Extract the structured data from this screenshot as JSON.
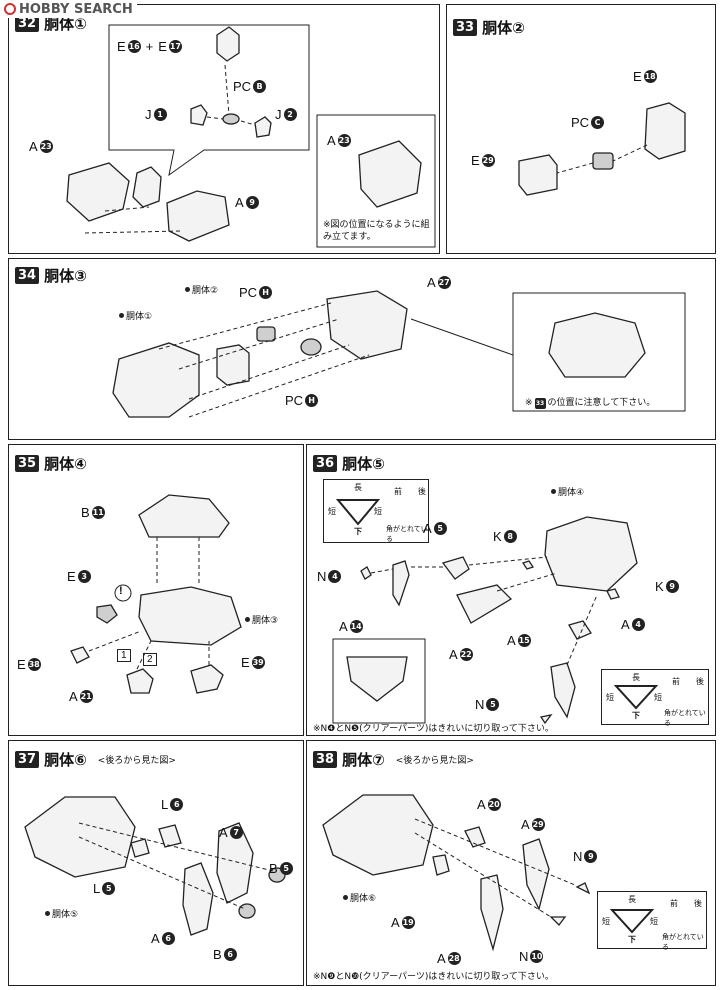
{
  "watermark": {
    "site": "HOBBY SEARCH"
  },
  "steps": [
    {
      "num": "32",
      "title": "胴体①"
    },
    {
      "num": "33",
      "title": "胴体②"
    },
    {
      "num": "34",
      "title": "胴体③"
    },
    {
      "num": "35",
      "title": "胴体④"
    },
    {
      "num": "36",
      "title": "胴体⑤"
    },
    {
      "num": "37",
      "title": "胴体⑥",
      "subtitle": "<後ろから見た図>"
    },
    {
      "num": "38",
      "title": "胴体⑦",
      "subtitle": "<後ろから見た図>"
    }
  ],
  "step32": {
    "e16": {
      "letter": "E",
      "n": "16"
    },
    "plus": "+",
    "e17": {
      "letter": "E",
      "n": "17"
    },
    "pcb": {
      "letter": "PC",
      "n": "B"
    },
    "j1": {
      "letter": "J",
      "n": "1"
    },
    "j2": {
      "letter": "J",
      "n": "2"
    },
    "a23": {
      "letter": "A",
      "n": "23"
    },
    "a9": {
      "letter": "A",
      "n": "9"
    },
    "inset_a23": {
      "letter": "A",
      "n": "23"
    },
    "note": "※図の位置になるように組み立てます。"
  },
  "step33": {
    "e18": {
      "letter": "E",
      "n": "18"
    },
    "pcc": {
      "letter": "PC",
      "n": "C"
    },
    "e29": {
      "letter": "E",
      "n": "29"
    }
  },
  "step34": {
    "ref1": "胴体①",
    "ref2": "胴体②",
    "pch1": {
      "letter": "PC",
      "n": "H"
    },
    "pch2": {
      "letter": "PC",
      "n": "H"
    },
    "a27": {
      "letter": "A",
      "n": "27"
    },
    "note_num": "33",
    "note": "の位置に注意して下さい。"
  },
  "step35": {
    "b11": {
      "letter": "B",
      "n": "11"
    },
    "e3": {
      "letter": "E",
      "n": "3"
    },
    "warn": "!",
    "ref3": "胴体③",
    "step1": "1",
    "step2": "2",
    "e38": {
      "letter": "E",
      "n": "38"
    },
    "a21": {
      "letter": "A",
      "n": "21"
    },
    "e39": {
      "letter": "E",
      "n": "39"
    }
  },
  "step36": {
    "ref4": "胴体④",
    "n4": {
      "letter": "N",
      "n": "4"
    },
    "a5": {
      "letter": "A",
      "n": "5"
    },
    "k8": {
      "letter": "K",
      "n": "8"
    },
    "k9": {
      "letter": "K",
      "n": "9"
    },
    "a4": {
      "letter": "A",
      "n": "4"
    },
    "a14": {
      "letter": "A",
      "n": "14"
    },
    "a22": {
      "letter": "A",
      "n": "22"
    },
    "a15": {
      "letter": "A",
      "n": "15"
    },
    "n5": {
      "letter": "N",
      "n": "5"
    },
    "legend": {
      "long": "長",
      "short1": "短",
      "short2": "短",
      "down": "下",
      "front": "前",
      "back": "後",
      "corner": "角がとれている"
    },
    "note": "※N❹とN❺(クリアーパーツ)はきれいに切り取って下さい。"
  },
  "step37": {
    "l6": {
      "letter": "L",
      "n": "6"
    },
    "l5": {
      "letter": "L",
      "n": "5"
    },
    "a7": {
      "letter": "A",
      "n": "7"
    },
    "b5": {
      "letter": "B",
      "n": "5"
    },
    "a6": {
      "letter": "A",
      "n": "6"
    },
    "b6": {
      "letter": "B",
      "n": "6"
    },
    "ref5": "胴体⑤"
  },
  "step38": {
    "a20": {
      "letter": "A",
      "n": "20"
    },
    "a29": {
      "letter": "A",
      "n": "29"
    },
    "n9": {
      "letter": "N",
      "n": "9"
    },
    "ref6": "胴体⑥",
    "a19": {
      "letter": "A",
      "n": "19"
    },
    "a28": {
      "letter": "A",
      "n": "28"
    },
    "n10": {
      "letter": "N",
      "n": "10"
    },
    "legend": {
      "long": "長",
      "short1": "短",
      "short2": "短",
      "down": "下",
      "front": "前",
      "back": "後",
      "corner": "角がとれている"
    },
    "note": "※N❾とN❿(クリアーパーツ)はきれいに切り取って下さい。"
  }
}
